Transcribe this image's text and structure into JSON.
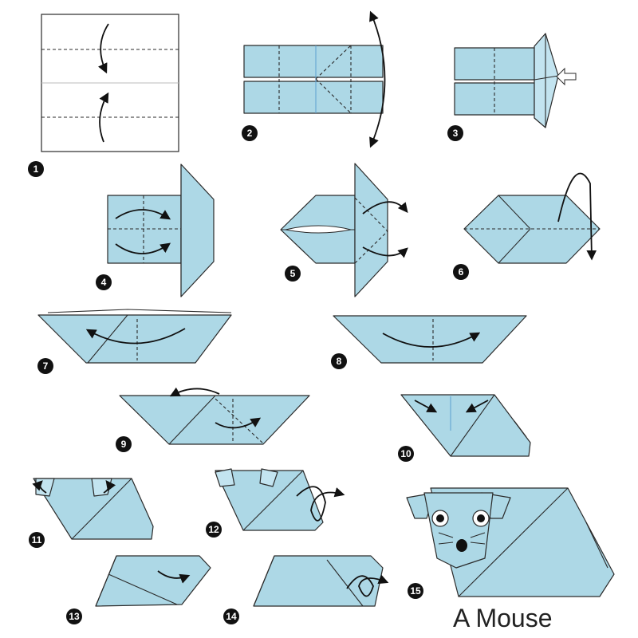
{
  "title": "A Mouse",
  "colors": {
    "paper": "#add8e6",
    "paper_light": "#c3e4f0",
    "line": "#2a2a2a",
    "badge": "#111111"
  },
  "steps": [
    "1",
    "2",
    "3",
    "4",
    "5",
    "6",
    "7",
    "8",
    "9",
    "10",
    "11",
    "12",
    "13",
    "14",
    "15"
  ]
}
